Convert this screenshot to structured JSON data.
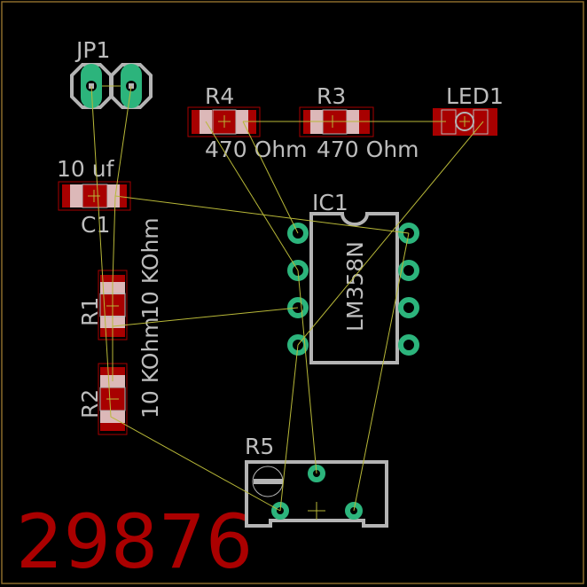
{
  "colors": {
    "background": "#000000",
    "silkscreen": "#b4b4b4",
    "smd_pad": "#a80000",
    "through_hole": "#2cb47c",
    "airwire": "#b8b838",
    "board_text": "#aa0000"
  },
  "parts": {
    "jp1": {
      "name": "JP1"
    },
    "r4": {
      "name": "R4",
      "value": "470 Ohm"
    },
    "r3": {
      "name": "R3",
      "value": "470 Ohm"
    },
    "led1": {
      "name": "LED1"
    },
    "c1": {
      "name": "C1",
      "value": "10 uf"
    },
    "r1": {
      "name": "R1",
      "value": "10 KOhm"
    },
    "r2": {
      "name": "R2",
      "value": "10 KOhm"
    },
    "ic1": {
      "name": "IC1",
      "value": "LM358N"
    },
    "r5": {
      "name": "R5"
    }
  },
  "board_text": "29876"
}
